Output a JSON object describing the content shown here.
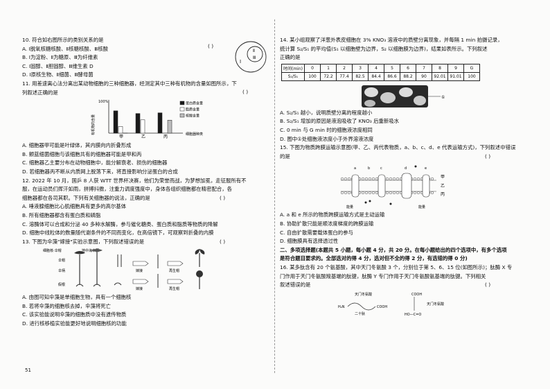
{
  "q10": {
    "stem": "10. 符合如右图所示的类别关系的是",
    "paren": "(     )",
    "venn_labels": [
      "Ⅰ",
      "Ⅱ",
      "Ⅲ"
    ],
    "options": [
      "A. Ⅰ脱氧核糖核酸、Ⅱ核糖核酸、Ⅲ核酸",
      "B. Ⅰ为淀粉、Ⅱ为糖原、Ⅲ为纤维素",
      "C. Ⅰ固醇、Ⅱ胆固醇、Ⅲ维生素 D",
      "D. Ⅰ原核生物、Ⅱ细菌、Ⅲ酵母菌"
    ]
  },
  "q11": {
    "stem": [
      "11. 用差速离心法分离出某动物细胞的三种细胞器，经测定其中三种有机物的含量如图所示，下",
      "列叙述正确的是"
    ],
    "paren": "(     )",
    "chart_ylabel": "有机物的含量",
    "chart_ytick": "100%",
    "chart_xlabel": "细胞器种类",
    "chart_categories": [
      "甲",
      "乙",
      "丙"
    ],
    "chart_legend": [
      "蛋白质含量",
      "脂质含量",
      "核酸含量"
    ],
    "options": [
      "A. 细胞器甲可能是叶绿体，其内膜向内折叠形成",
      "B. 颤蓝细菌细胞与该细胞共有的细胞器可能是甲和丙",
      "C. 细胞器乙主要分布在动物细胞中，能分解衰老、损伤的细胞器",
      "D. 若细胞器丙不断从内质网上脱落下来，将直接影响分泌蛋白的合成"
    ]
  },
  "chart_data": {
    "type": "bar",
    "categories": [
      "甲",
      "乙",
      "丙"
    ],
    "series": [
      {
        "name": "蛋白质含量",
        "values": [
          67,
          59,
          61
        ]
      },
      {
        "name": "脂质含量",
        "values": [
          20,
          40,
          0
        ]
      },
      {
        "name": "核酸含量",
        "values": [
          0.3,
          0,
          39
        ]
      }
    ],
    "ylabel": "有机物的含量",
    "xlabel": "细胞器种类",
    "ylim": [
      0,
      100
    ],
    "colors": [
      "#1a1a1a",
      "#ffffff",
      "#bdbdbd"
    ]
  },
  "q12": {
    "stem": [
      "12. 2022 年 10 月，国乒 8 人获 WTT 世界杯决赛，他们为荣誉而战，为梦想加冕，走征服所有不",
      "服，在运动员们挥汗如雨，拼搏抖擞，注重力调度强度中，身体各组织细胞都在精密配合，各",
      "细胞器都在各司其职。下列有关细胞器的说法，正确的是"
    ],
    "paren": "(     )",
    "options": [
      "A. 唾液腺细胞比心肌细胞具有更多的高尔基体",
      "B. 所有细胞器都含有蛋白质和磷脂",
      "C. 溶酶体可以合成和分泌 40 多种水解酶，参与催化糖类、蛋白质和脂质等物质的降解",
      "D. 细胞中线粒体的数量随代谢条件的不同而变化，在高倍镜下，可观察到折叠的内膜"
    ]
  },
  "q13": {
    "stem": "13. 下图为伞藻\"嫁接\"实验示意图，下列叙述错误的是",
    "paren": "(     )",
    "diagram_labels": [
      "细胞核·伞帽",
      "地中海伞藻",
      "伞帽",
      "伞柄",
      "假根",
      "嫁接",
      "再生帽",
      "嫁接",
      "再生帽"
    ],
    "options": [
      "A. 由图可知伞藻是单细胞生物，具有一个细胞核",
      "B. 若将伞藻的细胞核去掉，伞藻将死亡",
      "C. 该实验能说明伞藻的细胞质中没有遗传物质",
      "D. 进行核移植实验能更好地说明细胞核的功能"
    ]
  },
  "q14": {
    "stem": [
      "14. 某小组观察了洋葱外表皮细胞在 3% KNO₃ 溶液中的质壁分离现象，并每隔 1 min 拍摄记录，",
      "统计算 S₂/S₁ 的平均值(S₁ 以细胞壁为边界，S₂ 以细胞膜为边界)，结果如表所示。下列叙述",
      "正确的是"
    ],
    "table_head": [
      "时间(min)",
      "0",
      "1",
      "2",
      "3",
      "4",
      "5",
      "6",
      "7",
      "8",
      "9",
      "G"
    ],
    "table_row": [
      "S₂/S₁",
      "100",
      "72.2",
      "77.4",
      "82.5",
      "84.4",
      "86.6",
      "88.2",
      "90",
      "92.01",
      "91.01",
      "100"
    ],
    "figure_label": "①",
    "options": [
      "A. S₂/S₁ 越小，说明质壁分离的程度越小",
      "B. S₂/S₁ 增加的原因是液泡吸收了 KNO₃ 后重新吸水",
      "C. 0 min 与 G min 时的细胞液浓度相同",
      "D. 图中①处细胞液浓度小于外界溶液浓度"
    ]
  },
  "q15": {
    "stem": [
      "15. 下图为物质跨膜运输示意图(甲、乙、丙代表物质，a、b、c、d、e 代表运输方式)，下列叙述中错误",
      "的是"
    ],
    "paren": "(     )",
    "diagram_labels": [
      "a",
      "b",
      "c",
      "d",
      "e",
      "甲",
      "乙",
      "丙",
      "能量",
      "能量"
    ],
    "options": [
      "A. a 和 e 所示的物质跨膜运输方式是主动运输",
      "B. 协助扩散只能是顺浓度梯度的跨膜运输",
      "C. 自由扩散需要载体蛋白的参与",
      "D. 细胞膜具有选择透过性"
    ]
  },
  "section2": {
    "title": [
      "二、多项选择题(本题共 5 小题，每小题 4 分，共 20 分。在每小题给出的四个选项中，有多个选项",
      "是符合题目要求的。全部选对的得 4 分，选对但不全的得 2 分，有选错的得 0 分)"
    ]
  },
  "q16": {
    "stem": [
      "16. 某多肽含有 20 个氨基酸，其中天门冬氨酸 3 个，分别位于第 5、6、15 位(如图所示)；肽酶 X 专",
      "门作用于天门冬氨酸羧基端的肽键，肽酶 Y 专门作用于天门冬氨酸氨基端的肽键。下列相关",
      "叙述错误的是"
    ],
    "paren": "(     )",
    "diagram_labels": [
      "天门冬氨酸",
      "H₂N",
      "COOH",
      "二十肽",
      "COOH",
      "天门冬氨酸",
      "HO—C=O"
    ]
  },
  "page_number": "51"
}
